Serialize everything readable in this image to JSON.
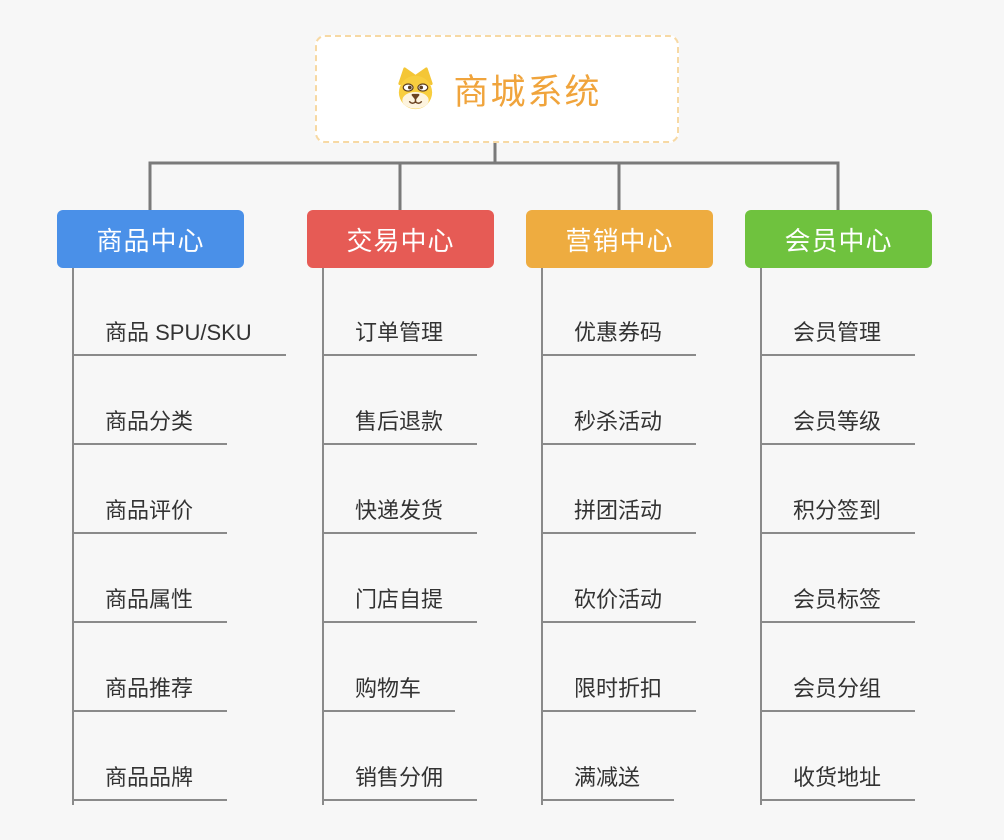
{
  "background_color": "#F7F7F7",
  "connector_color": "#7A7A7A",
  "title": {
    "label": "商城系统",
    "icon": "dog-face-icon",
    "text_color": "#F0A43C",
    "border_color": "#F7D9A4"
  },
  "branches": [
    {
      "label": "商品中心",
      "color": "#4A90E8",
      "children": [
        "商品 SPU/SKU",
        "商品分类",
        "商品评价",
        "商品属性",
        "商品推荐",
        "商品品牌"
      ]
    },
    {
      "label": "交易中心",
      "color": "#E65B55",
      "children": [
        "订单管理",
        "售后退款",
        "快递发货",
        "门店自提",
        "购物车",
        "销售分佣"
      ]
    },
    {
      "label": "营销中心",
      "color": "#EEAC40",
      "children": [
        "优惠券码",
        "秒杀活动",
        "拼团活动",
        "砍价活动",
        "限时折扣",
        "满减送"
      ]
    },
    {
      "label": "会员中心",
      "color": "#6FC23E",
      "children": [
        "会员管理",
        "会员等级",
        "积分签到",
        "会员标签",
        "会员分组",
        "收货地址"
      ]
    }
  ]
}
